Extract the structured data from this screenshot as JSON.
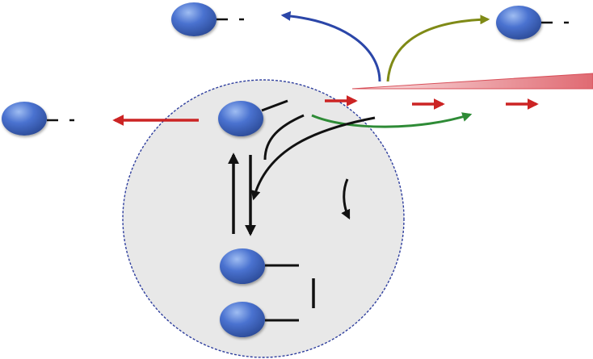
{
  "colors": {
    "background": "#ffffff",
    "cell_fill": "#e8e8e8",
    "cell_border": "#2f3f9e",
    "node_fill": "#4a72d0",
    "node_dark": "#2b4a96",
    "node_highlight": "#9fbdf2",
    "line_black": "#111111",
    "arrow_red": "#cc2424",
    "arrow_blue": "#2b46a8",
    "arrow_olive": "#7f8a16",
    "arrow_green": "#2e8b36",
    "gradient_light": "#fbe3e5",
    "gradient_dark": "#e06a72"
  },
  "icons": {
    "node": "blue-ellipse-node",
    "arrowhead": "triangle-arrowhead",
    "gradient": "red-wedge-gradient"
  },
  "nodes": [
    {
      "id": "top-left-node",
      "stub": "dashed"
    },
    {
      "id": "top-right-node",
      "stub": "dashed"
    },
    {
      "id": "left-node",
      "stub": "dashed"
    },
    {
      "id": "membrane-node",
      "stub": "solid"
    },
    {
      "id": "lower-node-1",
      "stub": "solid"
    },
    {
      "id": "lower-node-2",
      "stub": "solid"
    }
  ]
}
